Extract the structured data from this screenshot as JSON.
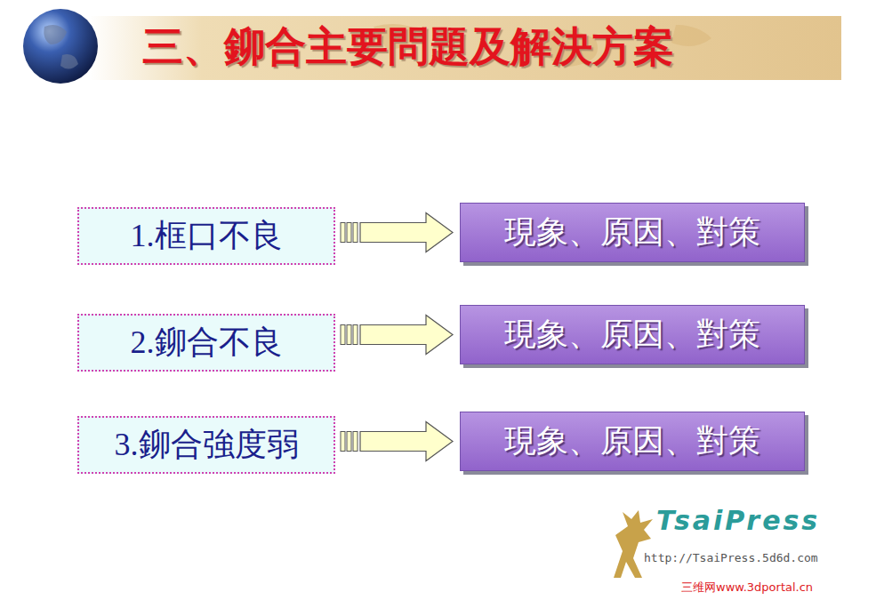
{
  "diagram": {
    "title": "三、鉚合主要問題及解決方案",
    "nodes": [
      {
        "text": [
          "1.框口不良"
        ]
      },
      {
        "text": [
          "現象、原因、對策"
        ]
      },
      {
        "text": [
          "2.鉚合不良"
        ]
      },
      {
        "text": [
          "現象、原因、對策"
        ]
      },
      {
        "text": [
          "3.鉚合強度弱"
        ]
      },
      {
        "text": [
          "現象、原因、對策"
        ]
      }
    ],
    "edges": [
      {
        "from": 0,
        "to": 1,
        "arrow": "to"
      },
      {
        "from": 2,
        "to": 3,
        "arrow": "to"
      },
      {
        "from": 4,
        "to": 5,
        "arrow": "to"
      }
    ],
    "labels": [
      "TsaiPress",
      "http://TsaiPress.5d6d.com",
      "三维网www.3dportal.cn"
    ]
  }
}
